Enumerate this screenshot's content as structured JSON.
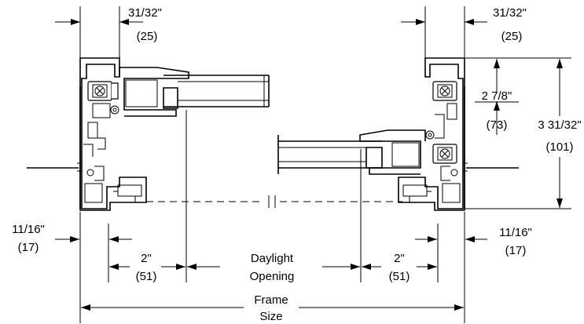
{
  "dimensions": {
    "top_left_inch": "31/32\"",
    "top_left_mm": "(25)",
    "top_right_inch": "31/32\"",
    "top_right_mm": "(25)",
    "height_inner_inch": "2 7/8\"",
    "height_inner_mm": "(73)",
    "height_outer_inch": "3 31/32\"",
    "height_outer_mm": "(101)",
    "left_offset_inch": "11/16\"",
    "left_offset_mm": "(17)",
    "right_offset_inch": "11/16\"",
    "right_offset_mm": "(17)",
    "left_sight_inch": "2\"",
    "left_sight_mm": "(51)",
    "right_sight_inch": "2\"",
    "right_sight_mm": "(51)",
    "daylight_line1": "Daylight",
    "daylight_line2": "Opening",
    "frame_line1": "Frame",
    "frame_line2": "Size"
  }
}
